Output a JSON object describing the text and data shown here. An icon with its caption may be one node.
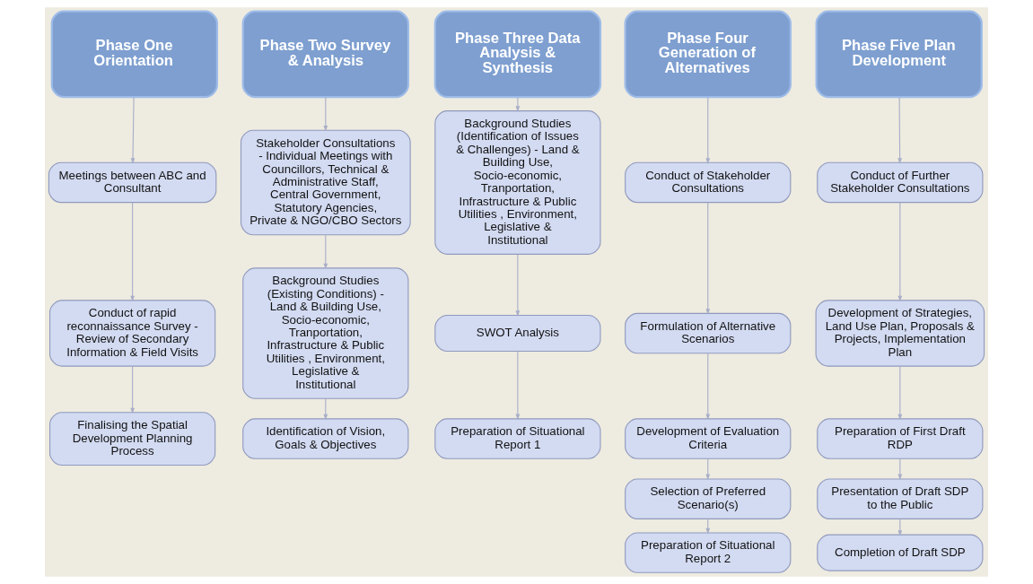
{
  "diagram": {
    "nodes": [
      {
        "text": [
          "Phase One Orientation"
        ]
      },
      {
        "text": [
          "Meetings between ABC and Consultant"
        ]
      },
      {
        "text": [
          "Conduct of rapid reconnaissance Survey - Review of Secondary Information & Field Visits"
        ]
      },
      {
        "text": [
          "Finalising the Spatial Development Planning Process"
        ]
      },
      {
        "text": [
          "Phase Two Survey & Analysis"
        ]
      },
      {
        "text": [
          "Stakeholder Consultations - Individual Meetings with Councillors, Technical & Administrative Staff, Central Government, Statutory Agencies, Private & NGO/CBO Sectors"
        ]
      },
      {
        "text": [
          "Background Studies (Existing Conditions) - Land & Building Use, Socio-economic, Tranportation, Infrastructure & Public Utilities , Environment, Legislative & Institutional"
        ]
      },
      {
        "text": [
          "Identification of Vision, Goals & Objectives"
        ]
      },
      {
        "text": [
          "Phase Three Data Analysis & Synthesis"
        ]
      },
      {
        "text": [
          "Background Studies (Identification of Issues & Challenges) - Land & Building Use, Socio-economic, Tranportation, Infrastructure & Public Utilities , Environment, Legislative & Institutional"
        ]
      },
      {
        "text": [
          "SWOT Analysis"
        ]
      },
      {
        "text": [
          "Preparation of Situational Report 1"
        ]
      },
      {
        "text": [
          "Phase Four Generation of Alternatives"
        ]
      },
      {
        "text": [
          "Conduct of Stakeholder Consultations"
        ]
      },
      {
        "text": [
          "Formulation of Alternative Scenarios"
        ]
      },
      {
        "text": [
          "Development of Evaluation Criteria"
        ]
      },
      {
        "text": [
          "Selection of Preferred Scenario(s)"
        ]
      },
      {
        "text": [
          "Preparation of Situational Report 2"
        ]
      },
      {
        "text": [
          "Phase Five Plan Development"
        ]
      },
      {
        "text": [
          "Conduct of Further Stakeholder Consultations"
        ]
      },
      {
        "text": [
          "Development of Strategies, Land Use Plan, Proposals & Projects, Implementation Plan"
        ]
      },
      {
        "text": [
          "Preparation of First Draft RDP"
        ]
      },
      {
        "text": [
          "Presentation of Draft SDP to the Public"
        ]
      },
      {
        "text": [
          "Completion of Draft SDP"
        ]
      }
    ],
    "edges": [
      {
        "from": 0,
        "to": 1,
        "arrow": "to"
      },
      {
        "from": 1,
        "to": 2,
        "arrow": "to"
      },
      {
        "from": 2,
        "to": 3,
        "arrow": "to"
      },
      {
        "from": 4,
        "to": 5,
        "arrow": "to"
      },
      {
        "from": 5,
        "to": 6,
        "arrow": "to"
      },
      {
        "from": 6,
        "to": 7,
        "arrow": "to"
      },
      {
        "from": 8,
        "to": 9,
        "arrow": "to"
      },
      {
        "from": 9,
        "to": 10,
        "arrow": "to"
      },
      {
        "from": 10,
        "to": 11,
        "arrow": "to"
      },
      {
        "from": 12,
        "to": 13,
        "arrow": "to"
      },
      {
        "from": 13,
        "to": 14,
        "arrow": "to"
      },
      {
        "from": 14,
        "to": 15,
        "arrow": "to"
      },
      {
        "from": 15,
        "to": 16,
        "arrow": "to"
      },
      {
        "from": 16,
        "to": 17,
        "arrow": "to"
      },
      {
        "from": 18,
        "to": 19,
        "arrow": "to"
      },
      {
        "from": 19,
        "to": 20,
        "arrow": "to"
      },
      {
        "from": 20,
        "to": 21,
        "arrow": "to"
      },
      {
        "from": 21,
        "to": 22,
        "arrow": "to"
      },
      {
        "from": 22,
        "to": 23,
        "arrow": "to"
      }
    ]
  }
}
